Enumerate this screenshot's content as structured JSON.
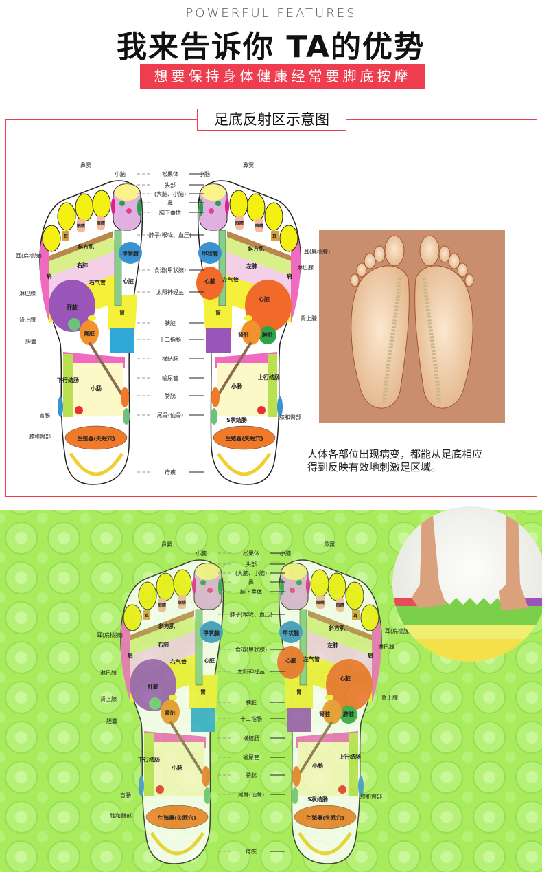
{
  "header": {
    "eyebrow": "POWERFUL FEATURES",
    "title": "我来告诉你 TA的优势",
    "subtitle": "想要保持身体健康经常要脚底按摩"
  },
  "chart_section": {
    "title": "足底反射区示意图",
    "caption_line1": "人体各部位出现病变，都能从足底相应",
    "caption_line2": "得到反映有效地刺激足区域。"
  },
  "diagram": {
    "center_labels": [
      "松果体",
      "头部",
      "(大脑、小脑)",
      "鼻",
      "脑下垂体",
      "脖子(喉咙、血压)",
      "食道(甲状腺)",
      "太阳神经丛",
      "胰脏",
      "十二指肠",
      "横结肠",
      "输尿管",
      "膀胱",
      "尾骨(仙骨)",
      "痔疾"
    ],
    "left_outer": [
      "鼻窦",
      "小脑",
      "耳(扁桃腺)",
      "淋巴腺",
      "肾上腺",
      "胆囊",
      "盲肠",
      "膝和臀部"
    ],
    "right_outer": [
      "鼻窦",
      "小脑",
      "耳(扁桃腺)",
      "淋巴腺",
      "肾上腺",
      "膝和臀部"
    ],
    "left_zones": [
      "眼睛",
      "眼睛",
      "耳",
      "斜方肌",
      "右肺",
      "右气管",
      "肝脏",
      "肾脏",
      "甲状腺",
      "心脏",
      "胃",
      "小肠",
      "下行结肠",
      "生殖器(失眠穴)",
      "肩"
    ],
    "right_zones": [
      "眼睛",
      "眼睛",
      "耳",
      "斜方肌",
      "左肺",
      "左气管",
      "心脏",
      "心脏",
      "甲状腺",
      "胃",
      "肾脏",
      "脾脏",
      "小肠",
      "上行结肠",
      "S状结肠",
      "生殖器(失眠穴)",
      "肩"
    ]
  },
  "colors": {
    "accent": "#ee3d4f",
    "mat_green": "#a8ec5e"
  }
}
